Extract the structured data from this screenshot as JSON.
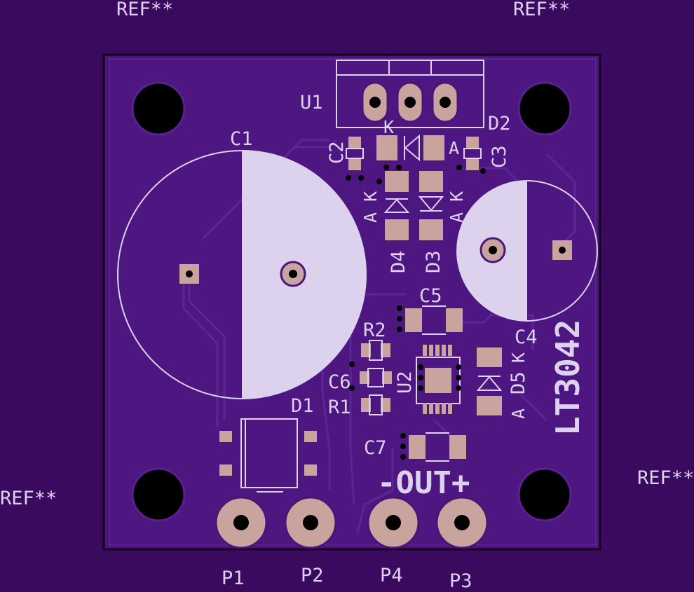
{
  "colors": {
    "background": "#3a0a5e",
    "board": "#4a1478",
    "board_edge": "#120320",
    "silkscreen": "#dcd2ee",
    "copper_pad": "#c9a39e",
    "trace": "#5a2290",
    "hole": "#000000"
  },
  "texts": {
    "ref_top_left": "REF**",
    "ref_top_right": "REF**",
    "ref_bottom_left": "REF**",
    "ref_bottom_right": "REF**",
    "u1": "U1",
    "d2": "D2",
    "c1": "C1",
    "c2": "C2",
    "c3": "C3",
    "c4": "C4",
    "c5": "C5",
    "c6": "C6",
    "c7": "C7",
    "r1": "R1",
    "r2": "R2",
    "u2": "U2",
    "d1": "D1",
    "d3": "D3",
    "d4": "D4",
    "d5": "D5",
    "pin_k_d2": "K",
    "pin_a_d2": "A",
    "pin_ak_d4": "A K",
    "pin_ak_d3": "A K",
    "pin_k_d5": "K",
    "pin_a_d5": "A",
    "out_label": "-OUT+",
    "chip_label": "LT3042",
    "p1": "P1",
    "p2": "P2",
    "p3": "P3",
    "p4": "P4"
  }
}
